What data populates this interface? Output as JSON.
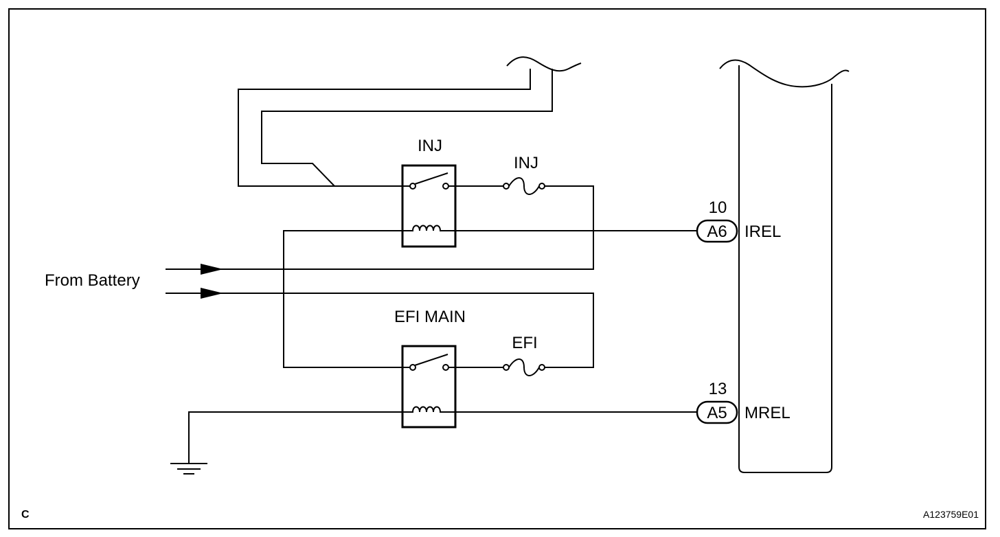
{
  "relays": {
    "inj_relay_label": "INJ",
    "efi_main_relay_label": "EFI MAIN"
  },
  "fuses": {
    "inj_fuse_label": "INJ",
    "efi_fuse_label": "EFI"
  },
  "source": {
    "from_battery_label": "From Battery"
  },
  "ecm": {
    "pins": [
      {
        "number": "10",
        "connector": "A6",
        "terminal": "IREL"
      },
      {
        "number": "13",
        "connector": "A5",
        "terminal": "MREL"
      }
    ]
  },
  "footer": {
    "corner_code": "C",
    "figure_id": "A123759E01"
  }
}
